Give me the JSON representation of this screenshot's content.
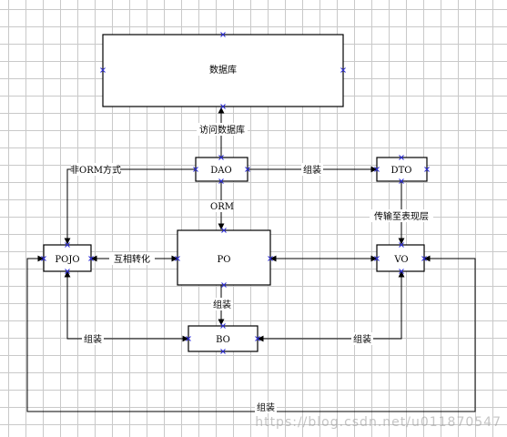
{
  "nodes": {
    "database": "数据库",
    "dao": "DAO",
    "dto": "DTO",
    "pojo": "POJO",
    "po": "PO",
    "vo": "VO",
    "bo": "BO"
  },
  "edges": {
    "dao_database": "访问数据库",
    "dao_pojo": "非ORM方式",
    "dao_dto": "组装",
    "dao_po": "ORM",
    "dto_vo": "传输至表现层",
    "pojo_po": "互相转化",
    "po_bo": "组装",
    "pojo_bo": "组装",
    "vo_bo": "组装",
    "vo_pojo_outer": "组装"
  },
  "watermark": "https://blog.csdn.net/u011870547",
  "colors": {
    "handle": "#2b2bd8",
    "line": "#000000",
    "grid": "#c9c9c9"
  }
}
